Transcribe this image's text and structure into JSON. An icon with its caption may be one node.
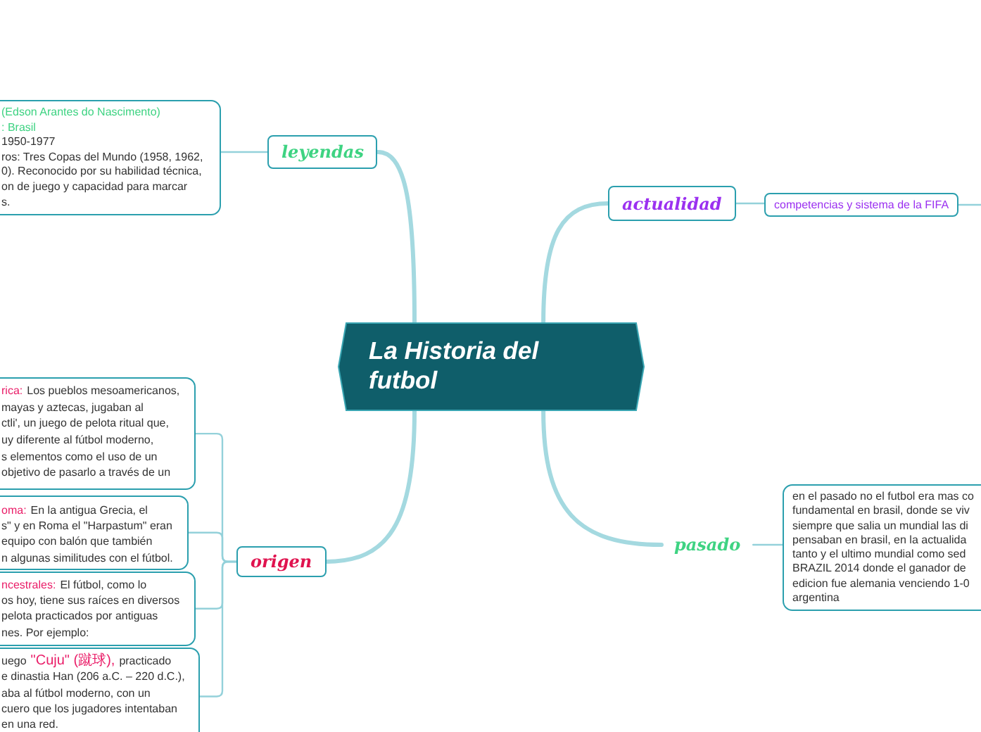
{
  "diagram": {
    "nodes": [
      {
        "text": [
          "La Historia del futbol"
        ]
      },
      {
        "text": [
          "leyendas"
        ]
      },
      {
        "text": [
          "(Edson Arantes do Nascimento)",
          ": Brasil",
          "1950-1977",
          "ros: Tres Copas del Mundo (1958, 1962,",
          "0). Reconocido por su habilidad técnica,",
          "on de juego y capacidad para marcar",
          "s."
        ]
      },
      {
        "text": [
          "origen"
        ]
      },
      {
        "text": [
          "rica:",
          "Los pueblos mesoamericanos,",
          "mayas y aztecas, jugaban al",
          "ctli', un juego de pelota ritual que,",
          "uy diferente al fútbol moderno,",
          "s elementos como el uso de un",
          "objetivo de pasarlo a través de un"
        ]
      },
      {
        "text": [
          "oma:",
          "En la antigua Grecia, el",
          "s\" y en Roma el \"Harpastum\" eran",
          "equipo con balón que también",
          "n algunas similitudes con el fútbol."
        ]
      },
      {
        "text": [
          "ncestrales:",
          "El fútbol, como lo",
          "os hoy, tiene sus raíces en diversos",
          "pelota practicados por antiguas",
          "nes. Por ejemplo:"
        ]
      },
      {
        "text": [
          "uego",
          "\"Cuju\" (蹴球),",
          "practicado",
          "e dinastia Han (206 a.C. – 220 d.C.),",
          "aba al fútbol moderno, con un",
          "cuero que los jugadores intentaban",
          "en una red."
        ]
      },
      {
        "text": [
          "actualidad"
        ]
      },
      {
        "text": [
          "competencias y sistema de la FIFA"
        ]
      },
      {
        "text": [
          "pasado"
        ]
      },
      {
        "text": [
          "en el pasado no el futbol era mas co",
          "fundamental en brasil, donde se viv",
          "siempre que salia un mundial las di",
          "pensaban en brasil, en la actualida",
          "tanto y el ultimo mundial como sed",
          "BRAZIL 2014 donde el ganador de",
          "edicion fue alemania venciendo 1-0",
          "argentina"
        ]
      }
    ],
    "edges": [
      {
        "from": 0,
        "to": 1,
        "arrow": "none",
        "style": "thick"
      },
      {
        "from": 1,
        "to": 2,
        "arrow": "none"
      },
      {
        "from": 0,
        "to": 3,
        "arrow": "none",
        "style": "thick"
      },
      {
        "from": 3,
        "to": 4,
        "arrow": "none"
      },
      {
        "from": 3,
        "to": 5,
        "arrow": "none"
      },
      {
        "from": 3,
        "to": 6,
        "arrow": "none"
      },
      {
        "from": 3,
        "to": 7,
        "arrow": "none"
      },
      {
        "from": 0,
        "to": 8,
        "arrow": "none",
        "style": "thick"
      },
      {
        "from": 8,
        "to": 9,
        "arrow": "none"
      },
      {
        "from": 9,
        "to": null,
        "arrow": "none"
      },
      {
        "from": 0,
        "to": 10,
        "arrow": "none",
        "style": "thick"
      },
      {
        "from": 10,
        "to": 11,
        "arrow": "none"
      }
    ]
  }
}
